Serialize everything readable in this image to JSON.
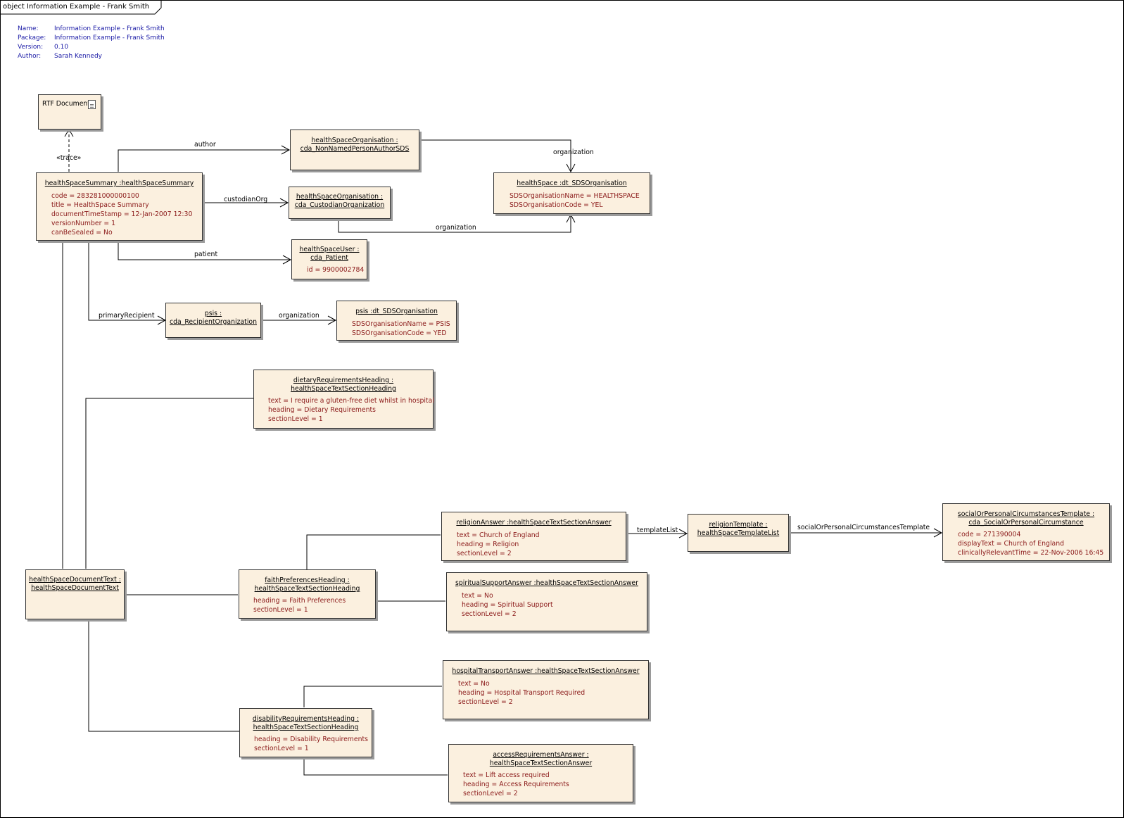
{
  "diagram": {
    "frame_title": "object Information Example - Frank Smith",
    "meta": [
      {
        "key": "Name:",
        "value": "Information Example - Frank Smith"
      },
      {
        "key": "Package:",
        "value": "Information Example - Frank Smith"
      },
      {
        "key": "Version:",
        "value": "0.10"
      },
      {
        "key": "Author:",
        "value": "Sarah Kennedy"
      }
    ],
    "nodes": {
      "rtf": {
        "title": "RTF Document"
      },
      "summary": {
        "title": "healthSpaceSummary :healthSpaceSummary",
        "attrs": [
          "code = 283281000000100",
          "title = HealthSpace Summary",
          "documentTimeStamp = 12-Jan-2007 12:30",
          "versionNumber = 1",
          "canBeSealed = No"
        ]
      },
      "author_org": {
        "title1": "healthSpaceOrganisation :",
        "title2": "cda_NonNamedPersonAuthorSDS"
      },
      "custodian_org": {
        "title1": "healthSpaceOrganisation :",
        "title2": "cda_CustodianOrganization"
      },
      "healthspace_sds": {
        "title": "healthSpace :dt_SDSOrganisation",
        "attrs": [
          "SDSOrganisationName = HEALTHSPACE",
          "SDSOrganisationCode = YEL"
        ]
      },
      "user": {
        "title1": "healthSpaceUser :",
        "title2": "cda_Patient",
        "attrs": [
          "id = 9900002784"
        ]
      },
      "psis": {
        "title1": "psis :",
        "title2": "cda_RecipientOrganization"
      },
      "psis_sds": {
        "title": "psis :dt_SDSOrganisation",
        "attrs": [
          "SDSOrganisationName = PSIS",
          "SDSOrganisationCode = YED"
        ]
      },
      "dietary": {
        "title1": "dietaryRequirementsHeading :",
        "title2": "healthSpaceTextSectionHeading",
        "attrs": [
          "text = I require a gluten-free diet whilst in hospital",
          "heading = Dietary Requirements",
          "sectionLevel = 1"
        ]
      },
      "religion_answer": {
        "title": "religionAnswer :healthSpaceTextSectionAnswer",
        "attrs": [
          "text = Church of England",
          "heading = Religion",
          "sectionLevel = 2"
        ]
      },
      "religion_template": {
        "title1": "religionTemplate :",
        "title2": "healthSpaceTemplateList"
      },
      "social_template": {
        "title1": "socialOrPersonalCircumstancesTemplate :",
        "title2": "cda_SocialOrPersonalCircumstance",
        "attrs": [
          "code = 271390004",
          "displayText = Church of England",
          "clinicallyRelevantTime = 22-Nov-2006 16:45"
        ]
      },
      "doc_text": {
        "title1": "healthSpaceDocumentText :",
        "title2": "healthSpaceDocumentText"
      },
      "faith": {
        "title1": "faithPreferencesHeading :",
        "title2": "healthSpaceTextSectionHeading",
        "attrs": [
          "heading = Faith Preferences",
          "sectionLevel = 1"
        ]
      },
      "spiritual": {
        "title": "spiritualSupportAnswer :healthSpaceTextSectionAnswer",
        "attrs": [
          "text = No",
          "heading = Spiritual Support",
          "sectionLevel = 2"
        ]
      },
      "transport": {
        "title": "hospitalTransportAnswer :healthSpaceTextSectionAnswer",
        "attrs": [
          "text = No",
          "heading = Hospital Transport Required",
          "sectionLevel = 2"
        ]
      },
      "disability": {
        "title1": "disabilityRequirementsHeading :",
        "title2": "healthSpaceTextSectionHeading",
        "attrs": [
          "heading = Disability Requirements",
          "sectionLevel = 1"
        ]
      },
      "access": {
        "title1": "accessRequirementsAnswer :",
        "title2": "healthSpaceTextSectionAnswer",
        "attrs": [
          "text = Lift access required",
          "heading = Access Requirements",
          "sectionLevel = 2"
        ]
      }
    },
    "edge_labels": {
      "trace": "«trace»",
      "author": "author",
      "organization1": "organization",
      "custodianOrg": "custodianOrg",
      "organization2": "organization",
      "patient": "patient",
      "primaryRecipient": "primaryRecipient",
      "organization3": "organization",
      "templateList": "templateList",
      "socialOrPersonalCircumstancesTemplate": "socialOrPersonalCircumstancesTemplate"
    }
  }
}
